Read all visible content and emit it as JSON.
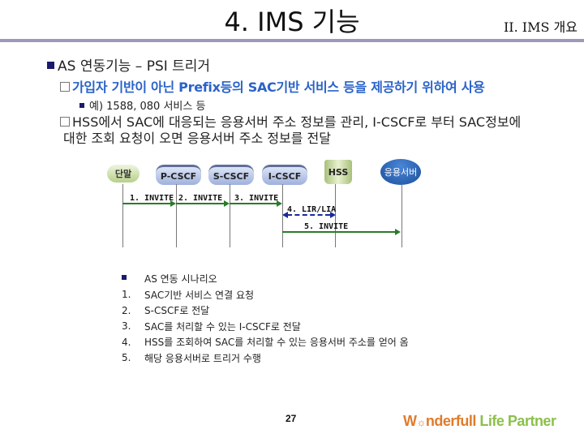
{
  "header": {
    "title": "4. IMS 기능",
    "section": "II. IMS 개요"
  },
  "content": {
    "bullet1": "AS 연동기능 – PSI 트리거",
    "bullet1_1": "가입자 기반이 아닌 Prefix등의 SAC기반 서비스 등을 제공하기 위하여 사용",
    "bullet1_1_1": "예) 1588, 080 서비스 등",
    "bullet1_2_line1": "HSS에서 SAC에 대응되는 응용서버 주소 정보를 관리, I-CSCF로 부터 SAC정보에",
    "bullet1_2_line2": "대한 조회 요청이 오면 응용서버 주소 정보를 전달"
  },
  "diagram": {
    "nodes": [
      "단말",
      "P-CSCF",
      "S-CSCF",
      "I-CSCF",
      "HSS",
      "응용서버"
    ],
    "messages": [
      "1. INVITE",
      "2. INVITE",
      "3. INVITE",
      "4. LIR/LIA",
      "5. INVITE"
    ],
    "colors": {
      "invite": "#2a7a2a",
      "lir": "#1a2a9a"
    }
  },
  "scenario": {
    "heading": "AS 연동 시나리오",
    "steps": [
      {
        "num": "1.",
        "text": "SAC기반 서비스 연결 요청"
      },
      {
        "num": "2.",
        "text": "S-CSCF로 전달"
      },
      {
        "num": "3.",
        "text": "SAC를 처리할 수 있는 I-CSCF로 전달"
      },
      {
        "num": "4.",
        "text": "HSS를 조회하여 SAC를 처리할 수 있는 응용서버 주소를 얻어 옴"
      },
      {
        "num": "5.",
        "text": "해당 응용서버로 트리거 수행"
      }
    ]
  },
  "footer": {
    "page_number": "27",
    "brand_w": "W",
    "brand_o": "☼",
    "brand_nderfull": "nderfull",
    "brand_rest": " Life Partner"
  }
}
